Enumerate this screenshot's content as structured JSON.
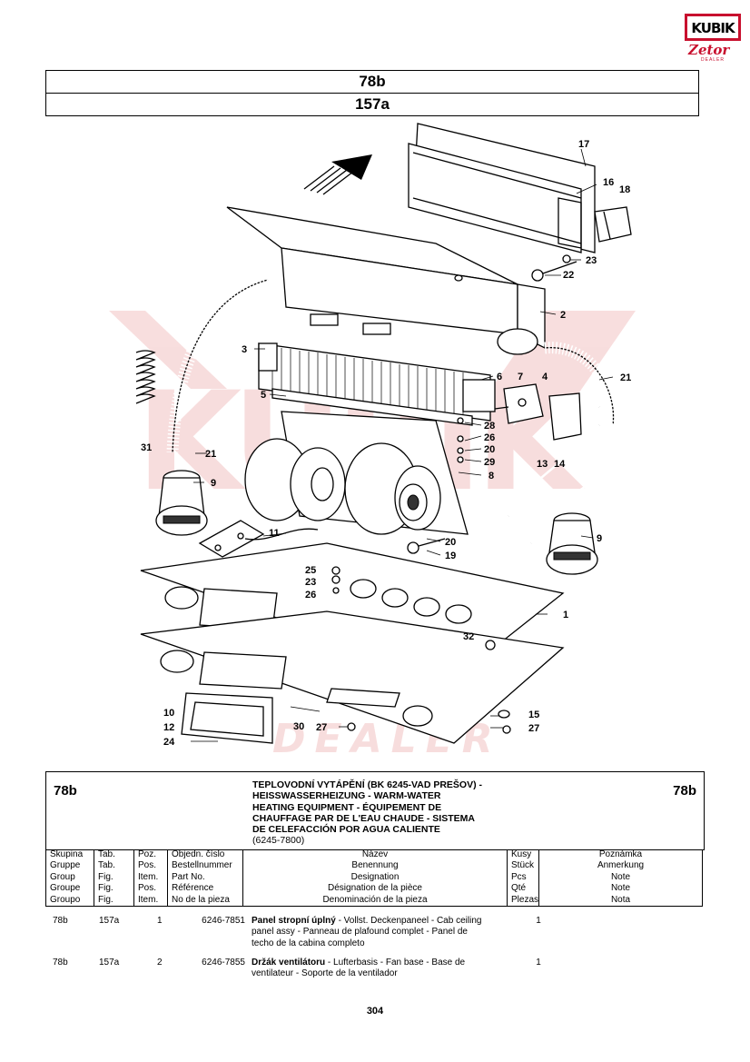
{
  "logo": {
    "brand": "KUBIK",
    "sub": "Zetor",
    "tag": "DEALER"
  },
  "header": {
    "group": "78b",
    "table": "157a"
  },
  "diagram": {
    "watermark": "KUBIK",
    "watermark_sub": "DEALER",
    "callouts": [
      "17",
      "16",
      "18",
      "23",
      "22",
      "2",
      "3",
      "21",
      "6",
      "7",
      "4",
      "5",
      "28",
      "26",
      "20",
      "29",
      "8",
      "31",
      "13",
      "14",
      "9",
      "11",
      "20",
      "19",
      "25",
      "23",
      "26",
      "1",
      "32",
      "10",
      "12",
      "24",
      "30",
      "27",
      "15",
      "27",
      "21",
      "9"
    ]
  },
  "info": {
    "group_left": "78b",
    "group_right": "78b",
    "title_lines": [
      "TEPLOVODNÍ VYTÁPĚNÍ (BK 6245-VAD PREŠOV) -",
      "HEISSWASSERHEIZUNG -  WARM-WATER",
      "HEATING EQUIPMENT - ÉQUIPEMENT DE",
      "CHAUFFAGE PAR DE L'EAU CHAUDE - SISTEMA",
      "DE CELEFACCIÓN POR AGUA CALIENTE"
    ],
    "range": "(6245-7800)"
  },
  "columns": {
    "group": [
      "Skupina",
      "Gruppe",
      "Group",
      "Groupe",
      "Groupo"
    ],
    "table": [
      "Tab.",
      "Tab.",
      "Fig.",
      "Fig.",
      "Fig."
    ],
    "pos": [
      "Poz.",
      "Pos.",
      "Item.",
      "Pos.",
      "Item."
    ],
    "number": [
      "Objedn. číslo",
      "Bestellnummer",
      "Part No.",
      "Référence",
      "No de la pieza"
    ],
    "name": [
      "Název",
      "Benennung",
      "Designation",
      "Désignation de la pièce",
      "Denominación de la pieza"
    ],
    "qty": [
      "Kusy",
      "Stück",
      "Pcs",
      "Qté",
      "Plezas"
    ],
    "note": [
      "Poznámka",
      "Anmerkung",
      "Note",
      "Note",
      "Nota"
    ]
  },
  "parts": [
    {
      "group": "78b",
      "table": "157a",
      "pos": "1",
      "number": "6246-7851",
      "name_bold": "Panel stropní úplný",
      "name_rest": " - Vollst. Deckenpaneel - Cab ceiling panel assy - Panneau de plafound complet - Panel de techo de la cabina completo",
      "qty": "1"
    },
    {
      "group": "78b",
      "table": "157a",
      "pos": "2",
      "number": "6246-7855",
      "name_bold": "Držák ventilátoru",
      "name_rest": " - Lufterbasis - Fan base - Base de ventilateur - Soporte de la ventilador",
      "qty": "1"
    }
  ],
  "page_number": "304"
}
